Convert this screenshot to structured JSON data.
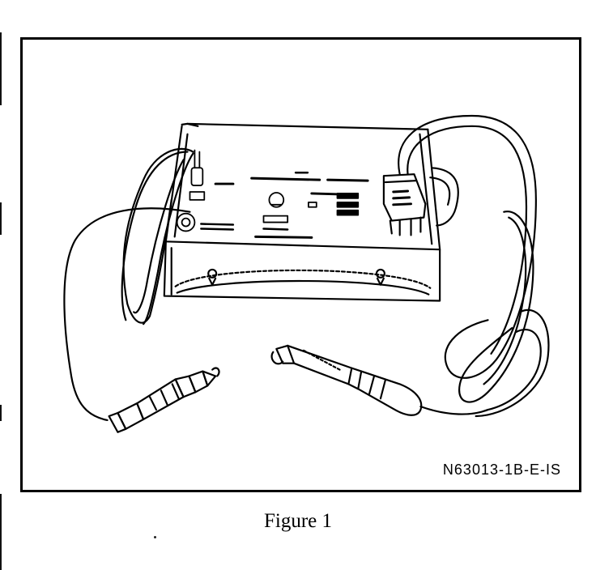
{
  "figure": {
    "part_number": "N63013-1B-E-IS",
    "caption": "Figure 1"
  },
  "illustration": {
    "subject": "portable tester unit with power cord, cigarette-lighter plug and handheld probe",
    "stroke_color": "#000000",
    "background_color": "#ffffff"
  }
}
